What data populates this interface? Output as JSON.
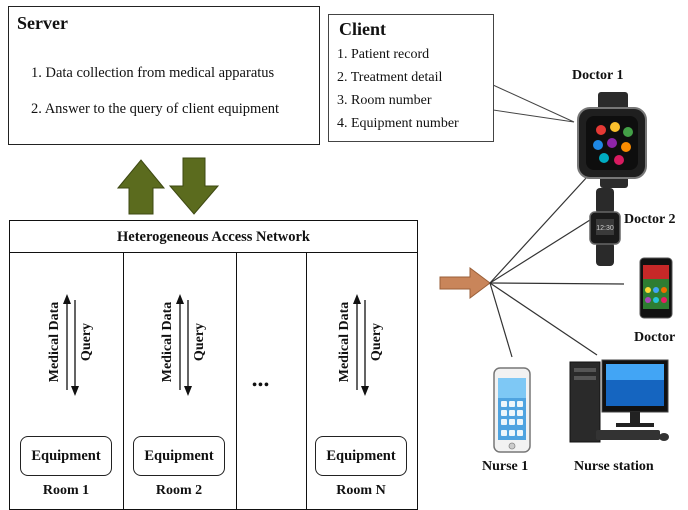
{
  "server": {
    "title": "Server",
    "items": [
      "1. Data collection from medical apparatus",
      "2. Answer to the query of client equipment"
    ]
  },
  "client": {
    "title": "Client",
    "items": [
      "1. Patient record",
      "2. Treatment detail",
      "3. Room number",
      "4. Equipment number"
    ]
  },
  "network": {
    "title": "Heterogeneous Access Network",
    "ellipsis": "•••",
    "rooms": [
      {
        "name": "Room 1",
        "equipment": "Equipment",
        "up_label": "Medical Data",
        "down_label": "Query"
      },
      {
        "name": "Room 2",
        "equipment": "Equipment",
        "up_label": "Medical Data",
        "down_label": "Query"
      },
      {
        "name": "Room N",
        "equipment": "Equipment",
        "up_label": "Medical Data",
        "down_label": "Query"
      }
    ]
  },
  "devices": {
    "doctor1": "Doctor 1",
    "doctor2": "Doctor 2",
    "doctor": "Doctor",
    "nurse1": "Nurse 1",
    "nurse_station": "Nurse station"
  },
  "colors": {
    "arrow_olive": "#5b6b1e",
    "arrow_orange": "#c9855a",
    "line": "#222222"
  }
}
